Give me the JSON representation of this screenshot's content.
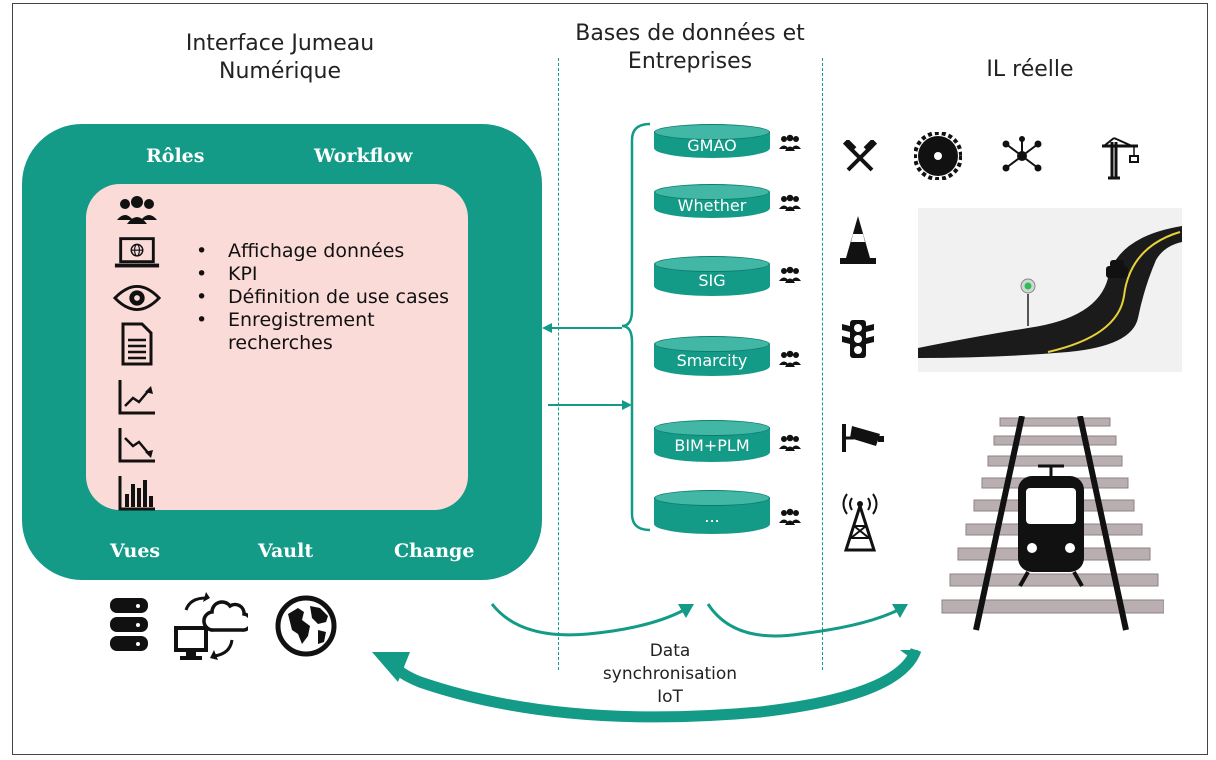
{
  "headings": {
    "twin_line1": "Interface Jumeau",
    "twin_line2": "Numérique",
    "db_line1": "Bases de données et",
    "db_line2": "Entreprises",
    "real": "IL réelle"
  },
  "twin_box": {
    "top_left": "Rôles",
    "top_right": "Workflow",
    "bottom_left": "Vues",
    "bottom_center": "Vault",
    "bottom_right": "Change"
  },
  "bullets": [
    "Affichage données",
    "KPI",
    "Définition de use cases",
    "Enregistrement recherches"
  ],
  "side_icons": [
    "users-icon",
    "laptop-globe-icon",
    "eye-icon",
    "document-icon",
    "chart-up-icon",
    "chart-down-icon",
    "bar-chart-icon"
  ],
  "bottom_icons": [
    "database-icon",
    "cloud-sync-icon",
    "globe-icon"
  ],
  "databases": [
    "GMAO",
    "Whether",
    "SIG",
    "Smarcity",
    "BIM+PLM",
    "..."
  ],
  "real_icons": [
    "tools-icon",
    "saw-blade-icon",
    "network-icon",
    "crane-icon",
    "traffic-cone-icon",
    "traffic-light-icon",
    "camera-icon",
    "antenna-tower-icon"
  ],
  "sync_label": {
    "line1": "Data",
    "line2": "synchronisation",
    "line3": "IoT"
  },
  "colors": {
    "teal": "#139b87",
    "pink": "#fadbd8",
    "icon": "#111111"
  }
}
